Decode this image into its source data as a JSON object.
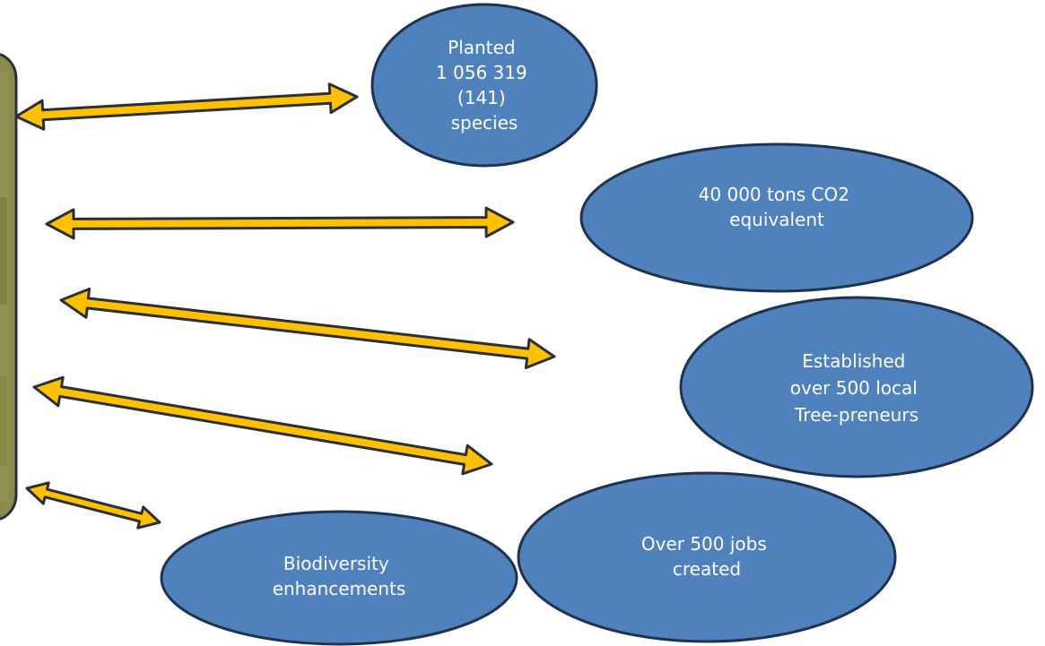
{
  "colors": {
    "ellipse_fill": "#4f81bd",
    "ellipse_stroke": "#1f3350",
    "arrow_fill": "#ffc000",
    "arrow_stroke": "#2a2f3a",
    "label_text": "#ffffff",
    "photo_panel": "#8a8a4a"
  },
  "nodes": {
    "planted": {
      "lines": [
        "Planted",
        "1 056 319",
        "(141)",
        "species"
      ]
    },
    "co2": {
      "lines": [
        "40 000 tons CO2",
        "equivalent"
      ]
    },
    "treepreneurs": {
      "lines": [
        "Established",
        "over 500 local",
        "Tree-preneurs"
      ]
    },
    "jobs": {
      "lines": [
        "Over 500 jobs",
        "created"
      ]
    },
    "biodiversity": {
      "lines": [
        "Biodiversity",
        "enhancements"
      ]
    }
  },
  "arrows": [
    "double-headed",
    "double-headed",
    "double-headed",
    "double-headed",
    "double-headed"
  ]
}
